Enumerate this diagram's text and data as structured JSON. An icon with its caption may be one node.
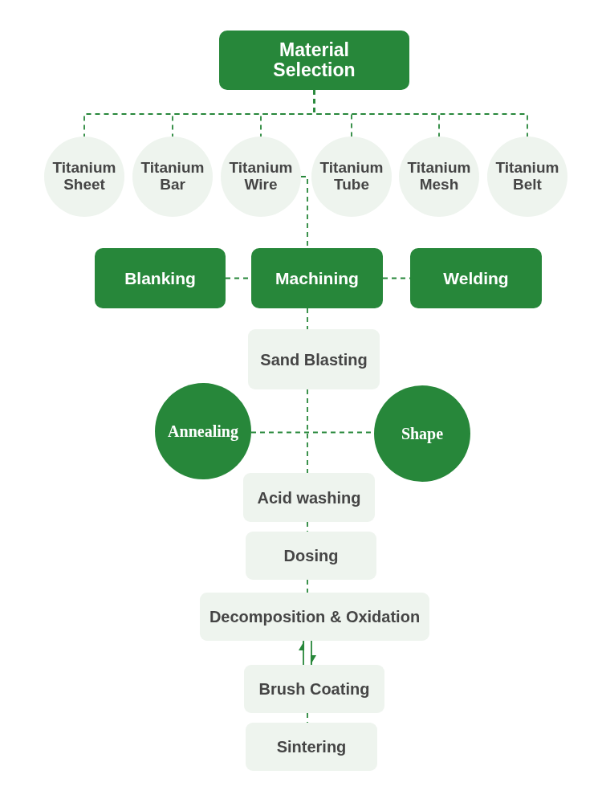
{
  "diagram": {
    "nodes": [
      {
        "text": [
          "Material Selection"
        ]
      },
      {
        "text": [
          "Titanium Sheet"
        ]
      },
      {
        "text": [
          "Titanium Bar"
        ]
      },
      {
        "text": [
          "Titanium Wire"
        ]
      },
      {
        "text": [
          "Titanium Tube"
        ]
      },
      {
        "text": [
          "Titanium Mesh"
        ]
      },
      {
        "text": [
          "Titanium Belt"
        ]
      },
      {
        "text": [
          "Blanking"
        ]
      },
      {
        "text": [
          "Machining"
        ]
      },
      {
        "text": [
          "Welding"
        ]
      },
      {
        "text": [
          "Sand Blasting"
        ]
      },
      {
        "text": [
          "Annealing"
        ]
      },
      {
        "text": [
          "Shape"
        ]
      },
      {
        "text": [
          "Acid washing"
        ]
      },
      {
        "text": [
          "Dosing"
        ]
      },
      {
        "text": [
          "Decomposition & Oxidation"
        ]
      },
      {
        "text": [
          "Brush Coating"
        ]
      },
      {
        "text": [
          "Sintering"
        ]
      }
    ],
    "edges": [
      {
        "from": 0,
        "to": 1,
        "arrow": "none",
        "style": "dashed"
      },
      {
        "from": 0,
        "to": 2,
        "arrow": "none",
        "style": "dashed"
      },
      {
        "from": 0,
        "to": 3,
        "arrow": "none",
        "style": "dashed"
      },
      {
        "from": 0,
        "to": 4,
        "arrow": "none",
        "style": "dashed"
      },
      {
        "from": 0,
        "to": 5,
        "arrow": "none",
        "style": "dashed"
      },
      {
        "from": 0,
        "to": 6,
        "arrow": "none",
        "style": "dashed"
      },
      {
        "from": 3,
        "to": 8,
        "arrow": "none",
        "style": "dashed"
      },
      {
        "from": 7,
        "to": 8,
        "arrow": "none",
        "style": "dashed"
      },
      {
        "from": 8,
        "to": 9,
        "arrow": "none",
        "style": "dashed"
      },
      {
        "from": 8,
        "to": 10,
        "arrow": "none",
        "style": "dashed"
      },
      {
        "from": 11,
        "to": 12,
        "arrow": "none",
        "style": "dashed"
      },
      {
        "from": 10,
        "to": 13,
        "arrow": "none",
        "style": "dashed"
      },
      {
        "from": 13,
        "to": 14,
        "arrow": "none",
        "style": "dashed"
      },
      {
        "from": 14,
        "to": 15,
        "arrow": "none",
        "style": "dashed"
      },
      {
        "from": 16,
        "to": 15,
        "arrow": "to"
      },
      {
        "from": 15,
        "to": 16,
        "arrow": "to"
      },
      {
        "from": 16,
        "to": 17,
        "arrow": "none",
        "style": "dashed"
      }
    ]
  }
}
